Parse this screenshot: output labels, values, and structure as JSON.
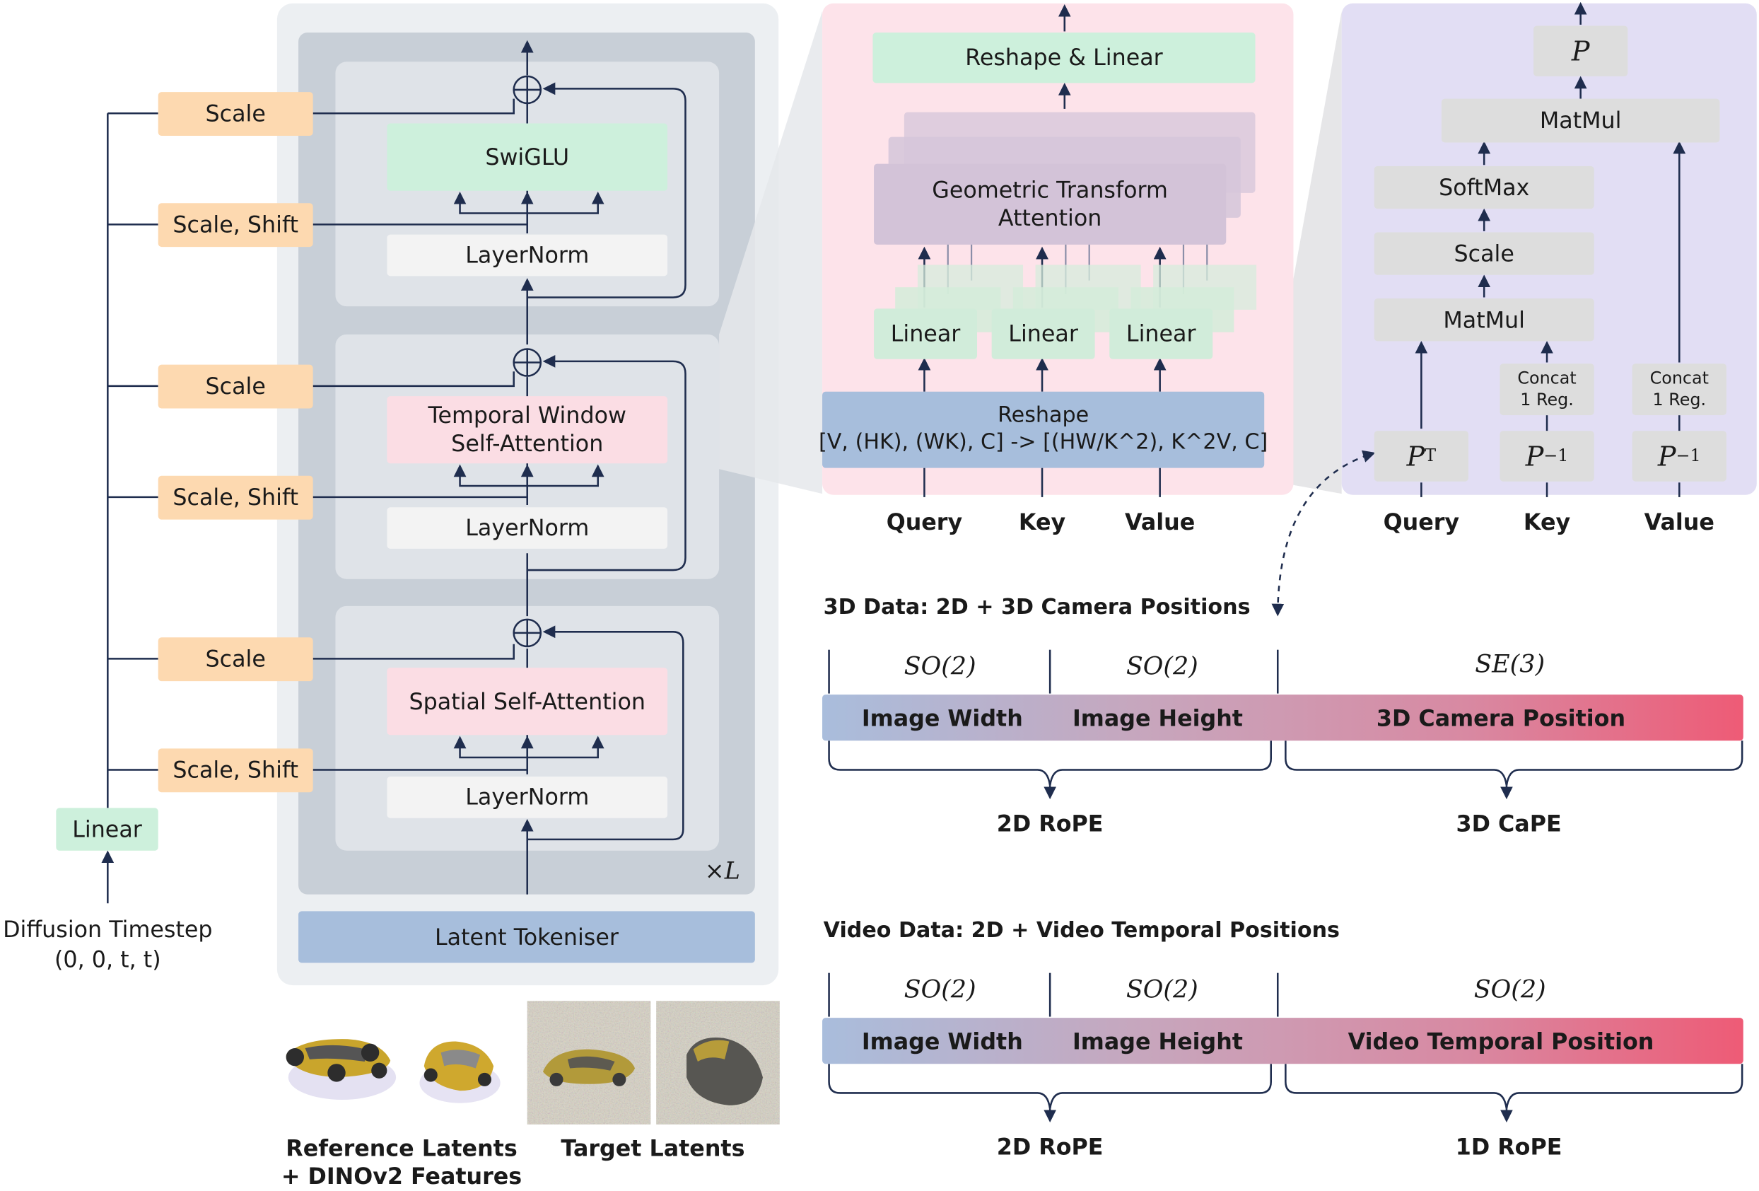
{
  "colors": {
    "line": "#1f2d4e",
    "scale_box": "#fdd9b0",
    "mlp_box": "#cdf0dc",
    "attn_box": "#fbdde4",
    "norm_box": "#f3f3f3",
    "tokeniser_box": "#a7bedc",
    "outer_panel": "#eceff2",
    "stack_panel": "#c8cfd7",
    "block_panel": "#dfe3e8",
    "attn_panel": "#fde3ea",
    "matmul_panel": "#e2def4"
  },
  "left": {
    "timestep_label": "Diffusion Timestep",
    "timestep_value": "(0, 0, t, t)",
    "linear": "Linear",
    "scale": "Scale",
    "scale_shift": "Scale, Shift"
  },
  "blocks": {
    "swiglu": "SwiGLU",
    "temporal_attn_l1": "Temporal Window",
    "temporal_attn_l2": "Self-Attention",
    "spatial_attn": "Spatial Self-Attention",
    "layernorm": "LayerNorm",
    "repeat": "×L",
    "tokeniser": "Latent Tokeniser"
  },
  "latents": {
    "reference_l1": "Reference Latents",
    "reference_l2": "+ DINOv2 Features",
    "target": "Target Latents"
  },
  "attention": {
    "reshape_out": "Reshape & Linear",
    "gta_l1": "Geometric Transform",
    "gta_l2": "Attention",
    "linear": "Linear",
    "reshape_in_l1": "Reshape",
    "reshape_in_l2": "[V, (HK), (WK), C] -> [(HW/K^2), K^2V, C]",
    "inputs": [
      "Query",
      "Key",
      "Value"
    ]
  },
  "gta": {
    "p_out": "P",
    "matmul": "MatMul",
    "softmax": "SoftMax",
    "scale": "Scale",
    "concat_l1": "Concat",
    "concat_l2": "1 Reg.",
    "p_t_base": "P",
    "p_t_sup": "T",
    "p_inv_base": "P",
    "p_inv_sup": "−1",
    "inputs": [
      "Query",
      "Key",
      "Value"
    ]
  },
  "pos3d": {
    "title": "3D Data: 2D + 3D Camera Positions",
    "groups": [
      "SO(2)",
      "SO(2)",
      "SE(3)"
    ],
    "segments": [
      "Image Width",
      "Image Height",
      "3D Camera Position"
    ],
    "encodings": [
      "2D RoPE",
      "3D CaPE"
    ]
  },
  "posvid": {
    "title": "Video Data: 2D + Video Temporal Positions",
    "groups": [
      "SO(2)",
      "SO(2)",
      "SO(2)"
    ],
    "segments": [
      "Image Width",
      "Image Height",
      "Video Temporal Position"
    ],
    "encodings": [
      "2D RoPE",
      "1D RoPE"
    ]
  }
}
